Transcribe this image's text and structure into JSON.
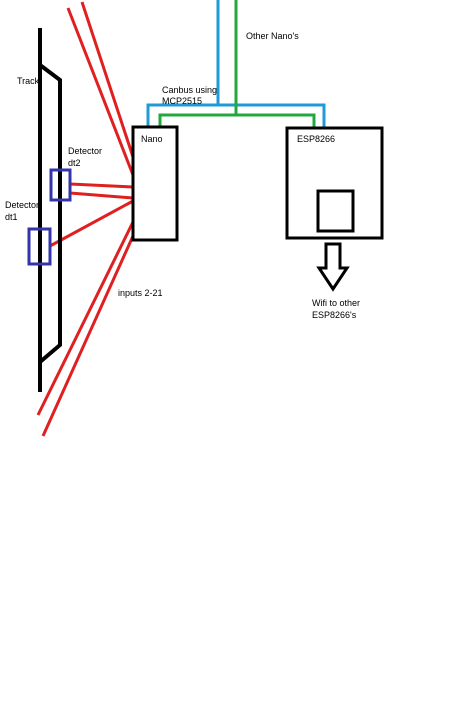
{
  "diagram": {
    "labels": {
      "track": "Track",
      "detector_dt2_line1": "Detector",
      "detector_dt2_line2": "dt2",
      "detector_dt1_line1": "Detector",
      "detector_dt1_line2": "dt1",
      "nano": "Nano",
      "esp8266": "ESP8266",
      "other_nanos": "Other Nano's",
      "canbus_line1": "Canbus using",
      "canbus_line2": "MCP2515",
      "inputs": "inputs 2-21",
      "wifi_line1": "Wifi to other",
      "wifi_line2": "ESP8266's"
    },
    "colors": {
      "track": "#000000",
      "box_outline": "#000000",
      "detector": "#3333aa",
      "wires": "#e02020",
      "canbus_blue": "#1e9ad6",
      "canbus_green": "#22a83c",
      "wifi_arrow": "#000000"
    }
  }
}
